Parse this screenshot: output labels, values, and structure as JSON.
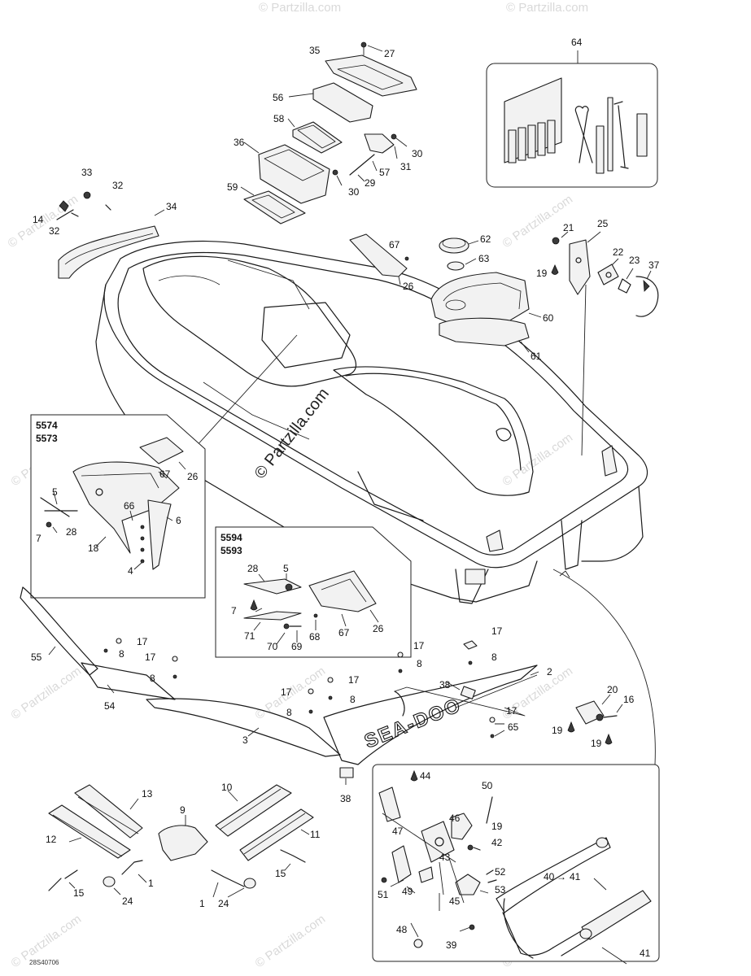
{
  "watermark": {
    "tile_text": "© Partzilla.com",
    "center_text": "© Partzilla.com"
  },
  "drawing_code": "28S40706",
  "brand_decal": "SEA-DOO",
  "variant_boxes": {
    "top": [
      "5574",
      "5573"
    ],
    "bottom": [
      "5594",
      "5593"
    ]
  },
  "callouts": {
    "c35": "35",
    "c27": "27",
    "c56": "56",
    "c58": "58",
    "c36": "36",
    "c30a": "30",
    "c31": "31",
    "c30b": "30",
    "c57": "57",
    "c29": "29",
    "c59": "59",
    "c33": "33",
    "c32a": "32",
    "c14": "14",
    "c32b": "32",
    "c34": "34",
    "c64": "64",
    "c67a": "67",
    "c62": "62",
    "c63": "63",
    "c26a": "26",
    "c60": "60",
    "c61": "61",
    "c21": "21",
    "c25": "25",
    "c19a": "19",
    "c22": "22",
    "c23": "23",
    "c37": "37",
    "c67b": "67",
    "c26b": "26",
    "c5a": "5",
    "c7a": "7",
    "c28a": "28",
    "c66": "66",
    "c18": "18",
    "c6": "6",
    "c4": "4",
    "c28b": "28",
    "c5b": "5",
    "c7b": "7",
    "c71": "71",
    "c70": "70",
    "c69": "69",
    "c68": "68",
    "c67c": "67",
    "c26c": "26",
    "c55": "55",
    "c17a": "17",
    "c8a": "8",
    "c17b": "17",
    "c8b": "8",
    "c54": "54",
    "c17c": "17",
    "c8c": "8",
    "c3": "3",
    "c17d": "17",
    "c8d": "8",
    "c17e": "17",
    "c8e": "8",
    "c17f": "17",
    "c8f": "8",
    "c38a": "38",
    "c2": "2",
    "c17g": "17",
    "c65": "65",
    "c20": "20",
    "c16": "16",
    "c19b": "19",
    "c19c": "19",
    "c38b": "38",
    "c13": "13",
    "c10": "10",
    "c9": "9",
    "c12": "12",
    "c11": "11",
    "c1a": "1",
    "c15a": "15",
    "c15b": "15",
    "c1b": "1",
    "c24a": "24",
    "c24b": "24",
    "c44": "44",
    "c50": "50",
    "c46": "46",
    "c19d": "19",
    "c47": "47",
    "c43": "43",
    "c42": "42",
    "c52": "52",
    "c40": "40",
    "c41a": "41",
    "c53": "53",
    "c49": "49",
    "c51": "51",
    "c45": "45",
    "c48": "48",
    "c39": "39",
    "c41b": "41"
  }
}
